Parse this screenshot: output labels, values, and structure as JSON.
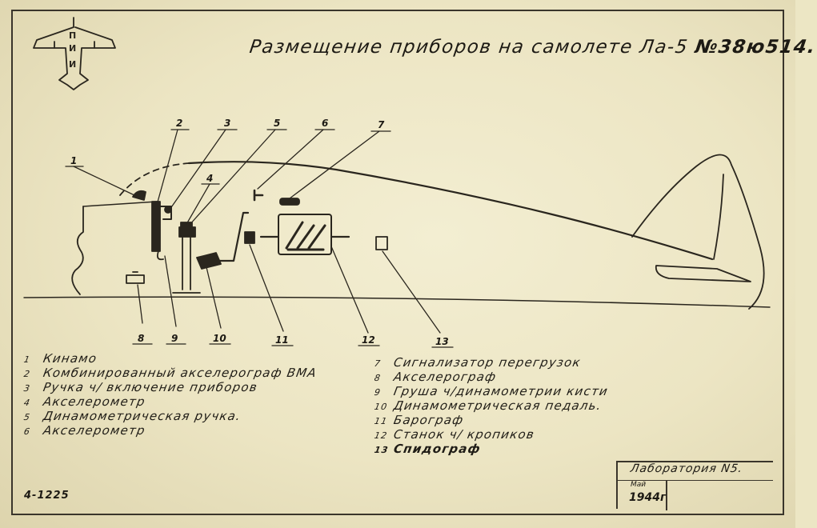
{
  "title": {
    "text": "Размещение приборов на самолете Ла-5",
    "number": "№38ю514."
  },
  "callouts": [
    "1",
    "2",
    "3",
    "4",
    "5",
    "6",
    "7",
    "8",
    "9",
    "10",
    "11",
    "12",
    "13"
  ],
  "legend_left": [
    {
      "n": "1",
      "text": "Кинамо"
    },
    {
      "n": "2",
      "text": "Комбинированный акселерограф ВМА"
    },
    {
      "n": "3",
      "text": "Ручка ч/ включение приборов"
    },
    {
      "n": "4",
      "text": "Акселерометр"
    },
    {
      "n": "5",
      "text": "Динамометрическая ручка."
    },
    {
      "n": "6",
      "text": "Акселерометр"
    }
  ],
  "legend_right": [
    {
      "n": "7",
      "text": "Сигнализатор перегрузок"
    },
    {
      "n": "8",
      "text": "Акселерограф"
    },
    {
      "n": "9",
      "text": "Груша ч/динамометрии кисти"
    },
    {
      "n": "10",
      "text": "Динамометрическая педаль."
    },
    {
      "n": "11",
      "text": "Барограф"
    },
    {
      "n": "12",
      "text": "Станок ч/ кропиков"
    },
    {
      "n": "13",
      "text": "Спидограф"
    }
  ],
  "stamp_code": "4-1225",
  "titleblock": {
    "lab": "Лаборатория N5.",
    "month": "Май",
    "year": "1944г"
  }
}
